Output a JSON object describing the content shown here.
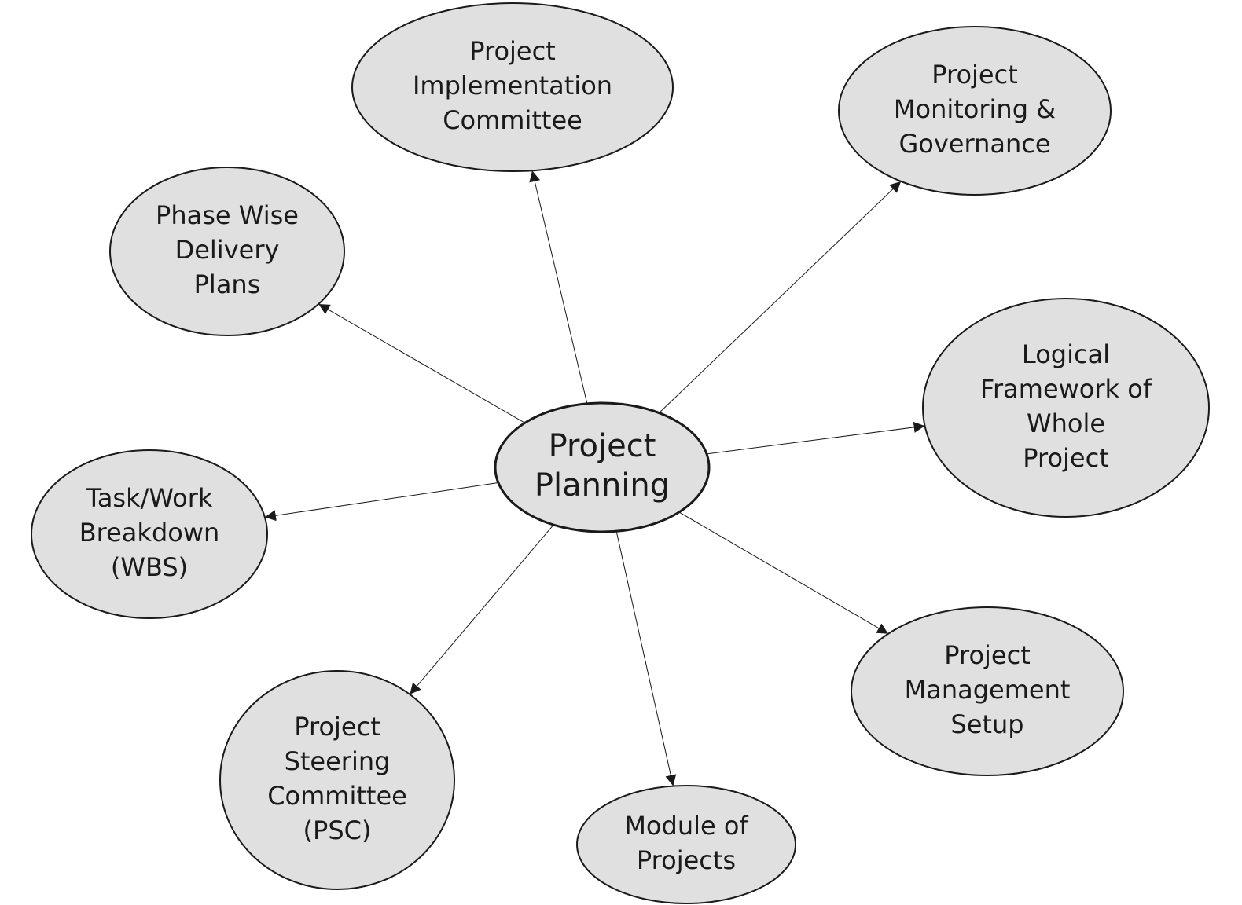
{
  "colors": {
    "node_fill": "#e0e0e0",
    "node_stroke": "#1a1a1a",
    "text": "#1a1a1a",
    "edge": "#1a1a1a"
  },
  "diagram": {
    "center": {
      "id": "project-planning",
      "lines": [
        "Project",
        "Planning"
      ]
    },
    "nodes": [
      {
        "id": "project-implementation-committee",
        "lines": [
          "Project",
          "Implementation",
          "Committee"
        ]
      },
      {
        "id": "project-monitoring-governance",
        "lines": [
          "Project",
          "Monitoring &",
          "Governance"
        ]
      },
      {
        "id": "phase-wise-delivery-plans",
        "lines": [
          "Phase Wise",
          "Delivery",
          "Plans"
        ]
      },
      {
        "id": "logical-framework",
        "lines": [
          "Logical",
          "Framework of",
          "Whole",
          "Project"
        ]
      },
      {
        "id": "task-work-breakdown",
        "lines": [
          "Task/Work",
          "Breakdown",
          "(WBS)"
        ]
      },
      {
        "id": "project-management-setup",
        "lines": [
          "Project",
          "Management",
          "Setup"
        ]
      },
      {
        "id": "project-steering-committee",
        "lines": [
          "Project",
          "Steering",
          "Committee",
          "(PSC)"
        ]
      },
      {
        "id": "module-of-projects",
        "lines": [
          "Module of",
          "Projects"
        ]
      }
    ],
    "edges": [
      {
        "from": "project-planning",
        "to": "project-implementation-committee"
      },
      {
        "from": "project-planning",
        "to": "project-monitoring-governance"
      },
      {
        "from": "project-planning",
        "to": "phase-wise-delivery-plans"
      },
      {
        "from": "project-planning",
        "to": "logical-framework"
      },
      {
        "from": "project-planning",
        "to": "task-work-breakdown"
      },
      {
        "from": "project-planning",
        "to": "project-management-setup"
      },
      {
        "from": "project-planning",
        "to": "project-steering-committee"
      },
      {
        "from": "project-planning",
        "to": "module-of-projects"
      }
    ]
  }
}
